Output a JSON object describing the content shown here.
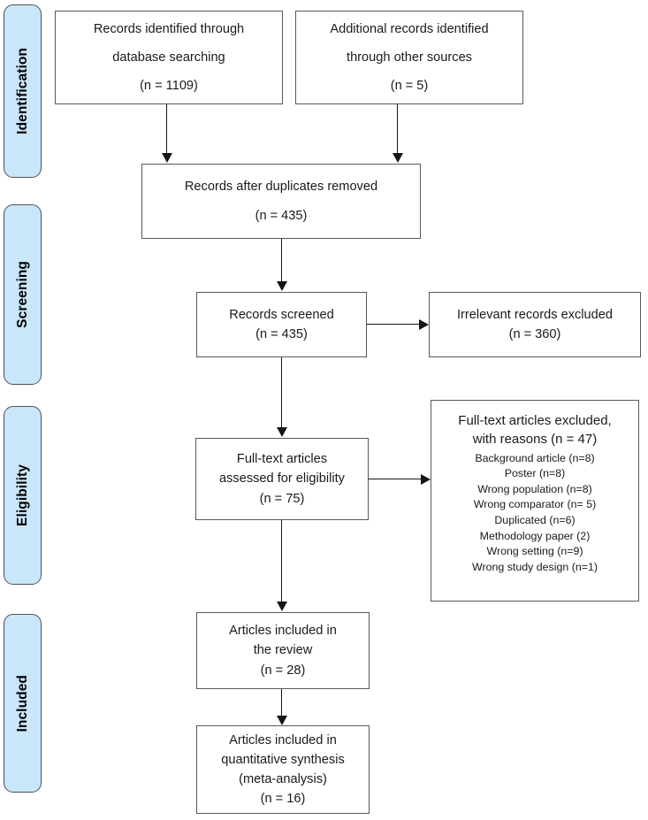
{
  "diagram": {
    "type": "prisma-flow-diagram",
    "title": "PRISMA study selection flow diagram",
    "box_fill": "#ffffff",
    "box_border": "#555a5e",
    "stage_fill": "#c9e6fa",
    "stage_border": "#4d5156",
    "connector_color": "#161616"
  },
  "stages": [
    {
      "id": "identification",
      "label": "Identification"
    },
    {
      "id": "screening",
      "label": "Screening"
    },
    {
      "id": "eligibility",
      "label": "Eligibility"
    },
    {
      "id": "included",
      "label": "Included"
    }
  ],
  "nodes": {
    "db_search": {
      "line1": "Records identified through",
      "line2": "database searching",
      "line3": "(n = 1109)",
      "count": 1109
    },
    "other_sources": {
      "line1": "Additional records identified",
      "line2": "through other sources",
      "line3": "(n = 5)",
      "count": 5
    },
    "duplicates_removed": {
      "line1": "Records after duplicates removed",
      "line2": "(n = 435)",
      "count": 435
    },
    "screened": {
      "line1": "Records screened",
      "line2": "(n = 435)",
      "count": 435
    },
    "irrelevant_excluded": {
      "line1": "Irrelevant records excluded",
      "line2": "(n = 360)",
      "count": 360
    },
    "fulltext_assessed": {
      "line1": "Full-text articles",
      "line2": "assessed for eligibility",
      "line3": "(n = 75)",
      "count": 75
    },
    "fulltext_excluded": {
      "line1": "Full-text articles excluded,",
      "line2": "with reasons (n = 47)",
      "count": 47,
      "reasons": [
        "Background article (n=8)",
        "Poster (n=8)",
        "Wrong population (n=8)",
        "Wrong comparator (n= 5)",
        "Duplicated (n=6)",
        "Methodology paper (2)",
        "Wrong setting (n=9)",
        "Wrong study design (n=1)"
      ]
    },
    "included_review": {
      "line1": "Articles included in",
      "line2": "the review",
      "line3": "(n = 28)",
      "count": 28
    },
    "included_meta": {
      "line1": "Articles included in",
      "line2": "quantitative synthesis",
      "line3": "(meta-analysis)",
      "line4": "(n = 16)",
      "count": 16
    }
  },
  "flow_edges": [
    {
      "from": "db_search",
      "to": "duplicates_removed",
      "direction": "down"
    },
    {
      "from": "other_sources",
      "to": "duplicates_removed",
      "direction": "down"
    },
    {
      "from": "duplicates_removed",
      "to": "screened",
      "direction": "down"
    },
    {
      "from": "screened",
      "to": "irrelevant_excluded",
      "direction": "right"
    },
    {
      "from": "screened",
      "to": "fulltext_assessed",
      "direction": "down"
    },
    {
      "from": "fulltext_assessed",
      "to": "fulltext_excluded",
      "direction": "right"
    },
    {
      "from": "fulltext_assessed",
      "to": "included_review",
      "direction": "down"
    },
    {
      "from": "included_review",
      "to": "included_meta",
      "direction": "down"
    }
  ]
}
